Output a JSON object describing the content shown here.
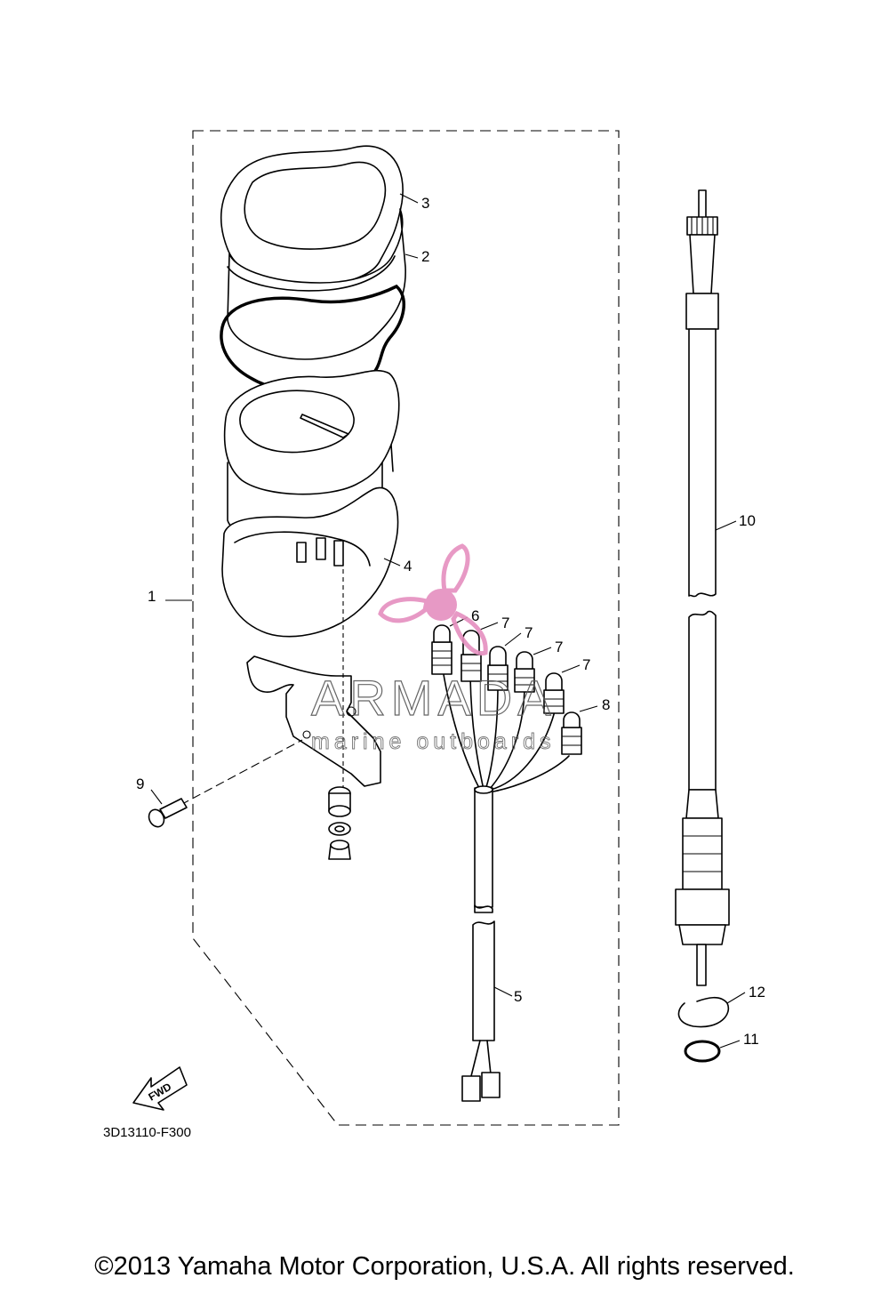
{
  "diagram": {
    "callouts": {
      "c1": "1",
      "c2": "2",
      "c3": "3",
      "c4": "4",
      "c5": "5",
      "c6": "6",
      "c7a": "7",
      "c7b": "7",
      "c7c": "7",
      "c7d": "7",
      "c8": "8",
      "c9": "9",
      "c10": "10",
      "c11": "11",
      "c12": "12"
    },
    "fwd_label": "FWD",
    "diagram_code": "3D13110-F300"
  },
  "watermark": {
    "name": "ARMADA",
    "tagline": "marine outboards",
    "accent_color": "#e58fbf"
  },
  "footer": {
    "copyright": "©2013 Yamaha Motor Corporation, U.S.A. All rights reserved."
  }
}
